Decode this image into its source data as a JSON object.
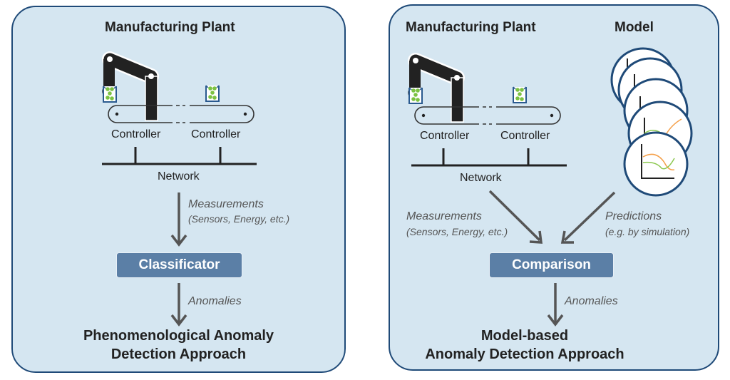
{
  "left_panel": {
    "title": "Manufacturing Plant",
    "controllers": [
      "Controller",
      "Controller"
    ],
    "network_label": "Network",
    "measurements_label": "Measurements",
    "measurements_sub": "(Sensors, Energy, etc.)",
    "process_box": "Classificator",
    "anomalies_label": "Anomalies",
    "approach_line1": "Phenomenological Anomaly",
    "approach_line2": "Detection Approach"
  },
  "right_panel": {
    "title": "Manufacturing Plant",
    "model_title": "Model",
    "controllers": [
      "Controller",
      "Controller"
    ],
    "network_label": "Network",
    "measurements_label": "Measurements",
    "measurements_sub": "(Sensors, Energy, etc.)",
    "predictions_label": "Predictions",
    "predictions_sub": "(e.g. by simulation)",
    "process_box": "Comparison",
    "anomalies_label": "Anomalies",
    "approach_line1": "Model-based",
    "approach_line2": "Anomaly Detection Approach",
    "model_cards": 5
  },
  "colors": {
    "panel_fill": "#d5e6f1",
    "panel_border": "#1f4a78",
    "box_fill": "#5b7fa6",
    "arrow": "#555555",
    "curve_orange": "#f5a04a",
    "curve_green": "#8cc850",
    "jar_blue": "#2a5a8f",
    "jar_green": "#7cc242"
  }
}
